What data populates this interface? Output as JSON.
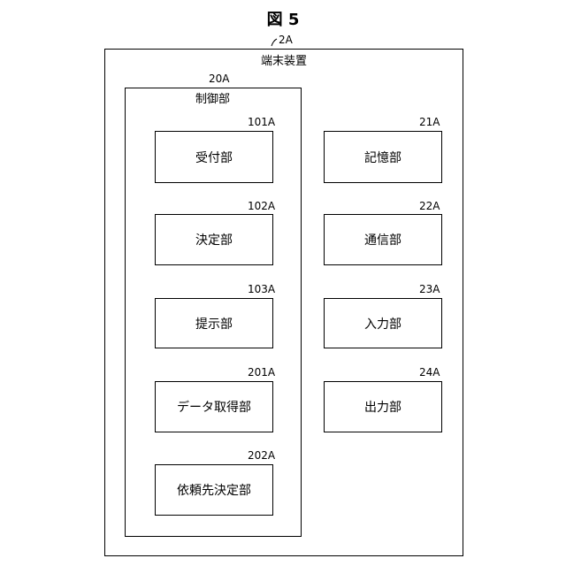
{
  "figure": {
    "title": "図 5"
  },
  "terminal": {
    "ref": "2A",
    "label": "端末装置"
  },
  "control": {
    "ref": "20A",
    "label": "制御部"
  },
  "units": {
    "reception": {
      "ref": "101A",
      "label": "受付部"
    },
    "decision": {
      "ref": "102A",
      "label": "決定部"
    },
    "presentation": {
      "ref": "103A",
      "label": "提示部"
    },
    "data_acquisition": {
      "ref": "201A",
      "label": "データ取得部"
    },
    "request_destination": {
      "ref": "202A",
      "label": "依頼先決定部"
    },
    "storage": {
      "ref": "21A",
      "label": "記憶部"
    },
    "communication": {
      "ref": "22A",
      "label": "通信部"
    },
    "input": {
      "ref": "23A",
      "label": "入力部"
    },
    "output": {
      "ref": "24A",
      "label": "出力部"
    }
  }
}
